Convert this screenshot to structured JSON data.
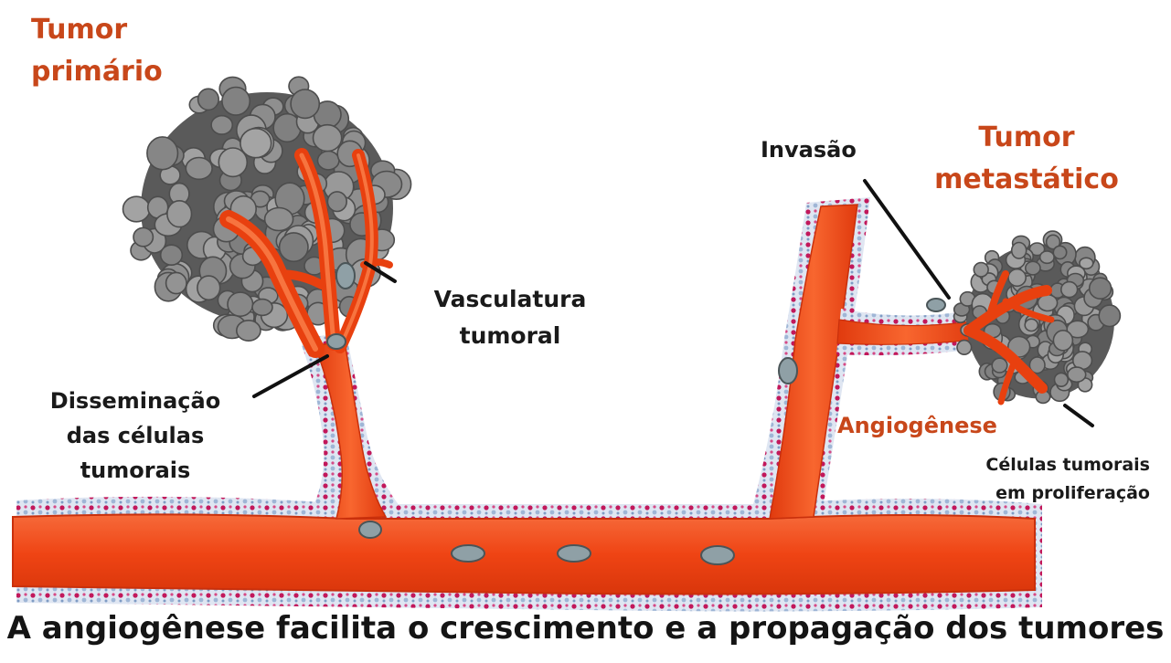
{
  "labels": {
    "primary_tumor": "Tumor\nprimário",
    "metastatic_tumor": "Tumor\nmetastático",
    "invasion": "Invasão",
    "tumor_vasculature": "Vasculatura\ntumoral",
    "dissemination": "Disseminação\ndas células\ntumorais",
    "angiogenesis": "Angiogênese",
    "proliferating_cells": "Células tumorais\nem proliferação"
  },
  "caption": "A angiogênese facilita o crescimento e a propagação dos tumores",
  "colors": {
    "vessel": "#f0461a",
    "vessel_dark": "#c9300c",
    "tumor_cell": "#8c8c8c",
    "tumor_outline": "#4d4d4d",
    "wall_pink": "#c2185b",
    "wall_blue": "#9fb6d6",
    "label_orange": "#c8471a",
    "label_dark": "#1a1a1a"
  }
}
